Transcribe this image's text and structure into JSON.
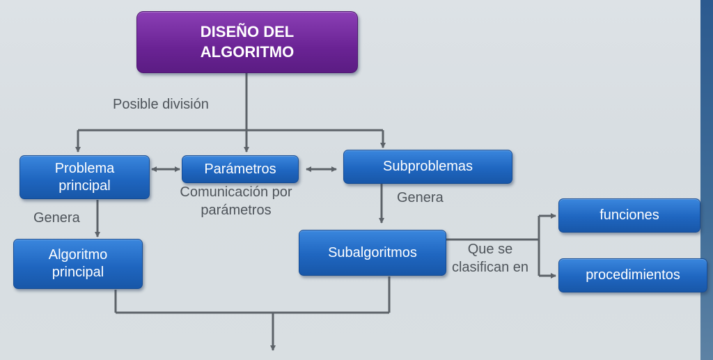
{
  "nodes": {
    "title": "DISEÑO DEL ALGORITMO",
    "problema_principal": "Problema principal",
    "parametros": "Parámetros",
    "subproblemas": "Subproblemas",
    "algoritmo_principal": "Algoritmo principal",
    "subalgoritmos": "Subalgoritmos",
    "funciones": "funciones",
    "procedimientos": "procedimientos"
  },
  "edge_labels": {
    "posible_division": "Posible división",
    "genera_left": "Genera",
    "genera_right": "Genera",
    "comunicacion": "Comunicación por parámetros",
    "que_se_clasifican": "Que se clasifican en"
  },
  "colors": {
    "title_box": "#6a2394",
    "node_box": "#1f66c0",
    "connector": "#5c6268",
    "label_text": "#4e545a"
  }
}
